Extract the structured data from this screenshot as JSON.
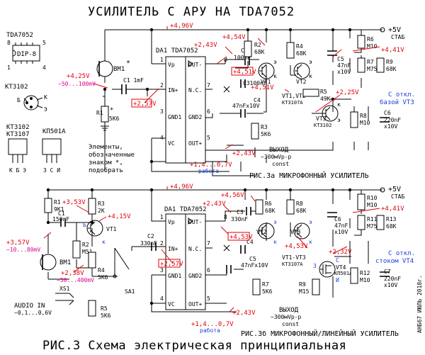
{
  "title_top": "УСИЛИТЕЛЬ С АРУ НА TDA7052",
  "title_bottom": "РИС.3 Схема электрическая принципиальная",
  "author": "АНБ67 ИЮЛЬ 2018г.",
  "legend": {
    "chip_name": "TDA7052",
    "chip_package": "DIP-8",
    "pin8": "8",
    "pin5": "5",
    "pin1": "1",
    "pin4": "4",
    "tr1_name": "KT3102",
    "tr1_pins": [
      "Б",
      "К",
      "Э"
    ],
    "tr2_name": "KT3102",
    "tr3_name": "KT3107",
    "tr4_name": "KП501А",
    "tr2_pins": "К Б Э",
    "tr4_pins": "З С И",
    "note_line1": "Элементы,",
    "note_line2": "обозначенные",
    "note_line3": "знаком *,",
    "note_line4": "подобрать"
  },
  "pin_labels": {
    "vp": "Vp",
    "in": "IN+",
    "gnd1": "GND1",
    "vc": "VC",
    "out_minus": "OUT-",
    "nc": "N.C.",
    "gnd2": "GND2",
    "out_plus": "OUT+"
  },
  "pin_numbers": [
    "1",
    "2",
    "3",
    "4",
    "5",
    "6",
    "7",
    "8"
  ],
  "common": {
    "chip_label": "DA1 TDA7052",
    "supply": "+5V",
    "supply_sub": "СТАБ",
    "output_line1": "ВЫХОД",
    "output_line2": "~300мVр-р",
    "output_line3": "const",
    "vc_voltage": "+1,4...0,7V",
    "vc_sub": "работа"
  },
  "a": {
    "caption": "РИС.3а МИКРОФОННЫЙ УСИЛИТЕЛЬ",
    "mic": "BM1",
    "mic_star": "*",
    "c1": "C1 1mF",
    "r1": "R1",
    "r1_star": "*",
    "r1_val": "5K6",
    "r2": "R2",
    "r2_val": "68K",
    "c2": "C2",
    "c2_val": "100nF",
    "r4": "R4",
    "r4_val": "68K",
    "c3": "C3100nF",
    "c4": "C4",
    "c4_val": "47nFx10V",
    "vt_type": "VT1,VT2",
    "vt_type2": "КТ3107А",
    "vt1": "VT1",
    "vt2": "VT2",
    "vt3": "VT3",
    "vt3_type": "КТ3102",
    "r3": "R3",
    "r3_val": "5K6",
    "r5": "R5",
    "r5_val": "49K",
    "r6": "R6",
    "r6_val": "M10",
    "r7": "R7",
    "r7_val": "M75",
    "r8": "R8",
    "r8_val": "M10",
    "r9": "R9",
    "r9_val": "68K",
    "c5": "C5",
    "c5_val1": "47nF",
    "c5_val2": "x10V",
    "c6": "C6",
    "c6_val1": "220nF",
    "c6_val2": "x10V",
    "v_top": "+4,96V",
    "v_c2": "+2,43V",
    "v_vt1c": "+4,54V",
    "v_vt1b": "+4,51V",
    "v_vt2": "+4,51V",
    "v_in": "+4,25V",
    "v_in_range": "~50...100mV",
    "v_pin2": "+2,57V",
    "v_r6": "+4,41V",
    "v_r5": "+2,25V",
    "v_out": "+2,43V",
    "note_blue1": "С откл.",
    "note_blue2": "базой VT3",
    "pin_e": "э",
    "pin_k": "к",
    "pin_b": "Б"
  },
  "b": {
    "caption": "РИС.3б МИКРОФОННЫЙ/ЛИНЕЙНЫЙ УСИЛИТЕЛЬ",
    "r1": "R1",
    "r1_val": "9K1",
    "c1": "C1",
    "c1_val": "150nF",
    "r2": "R2",
    "r2_val": "M51",
    "r3": "R3",
    "r3_val": "2K",
    "r4": "R4",
    "r4_val": "5K6",
    "r5": "R5",
    "r5_val": "5K6",
    "r6": "R6",
    "r6_val": "68K",
    "r7": "R7",
    "r7_val": "5K6",
    "r8": "R8",
    "r8_val": "68K",
    "r9": "R9",
    "r9_val": "M15",
    "r10": "R10",
    "r10_val": "M10",
    "r11": "R11",
    "r11_val": "M75",
    "r12": "R12",
    "r12_val": "M10",
    "r13": "R13",
    "r13_val": "68K",
    "c2": "C2",
    "c2_val": "330nF",
    "c3": "C3",
    "c3_val": "330nF",
    "c4": "C4",
    "c5": "C5",
    "c5_val": "47nFx10V",
    "c6": "C6",
    "c6_val1": "47nF",
    "c6_val2": "x10V",
    "c7": "C7",
    "c7_val1": "220nF",
    "c7_val2": "x10V",
    "vt1": "VT1",
    "vt2": "VT2",
    "vt3": "VT3",
    "vt4": "VT4",
    "vt4_type": "КП501А",
    "vt_type": "VT1-VT3",
    "vt_type2": "КТ3107А",
    "mic": "BM1",
    "xs1": "XS1",
    "sa1": "SA1",
    "audio_in": "AUDIO IN",
    "audio_range": "~0,1...0,6V",
    "v_top": "+4,96V",
    "v_r3": "+3,53V",
    "v_vt1": "+4,15V",
    "v_in": "+3,57V",
    "v_in_range": "~10...80mV",
    "v_r2": "+2,38V",
    "v_r2_range": "~50...400mV",
    "v_pin2": "+2,57V",
    "v_c3": "+2,43V",
    "v_vt2c": "+4,56V",
    "v_vt2b": "+4,53V",
    "v_vt3": "+4,53V",
    "v_r10": "+4,41V",
    "v_vt4": "+2,32V",
    "v_out": "+2,43V",
    "note_blue1": "С откл.",
    "note_blue2": "стоком VT4",
    "pin_z": "З",
    "pin_s": "С",
    "pin_i": "И",
    "pin_b": "Б",
    "pin_k": "к",
    "pin_e": "э"
  }
}
